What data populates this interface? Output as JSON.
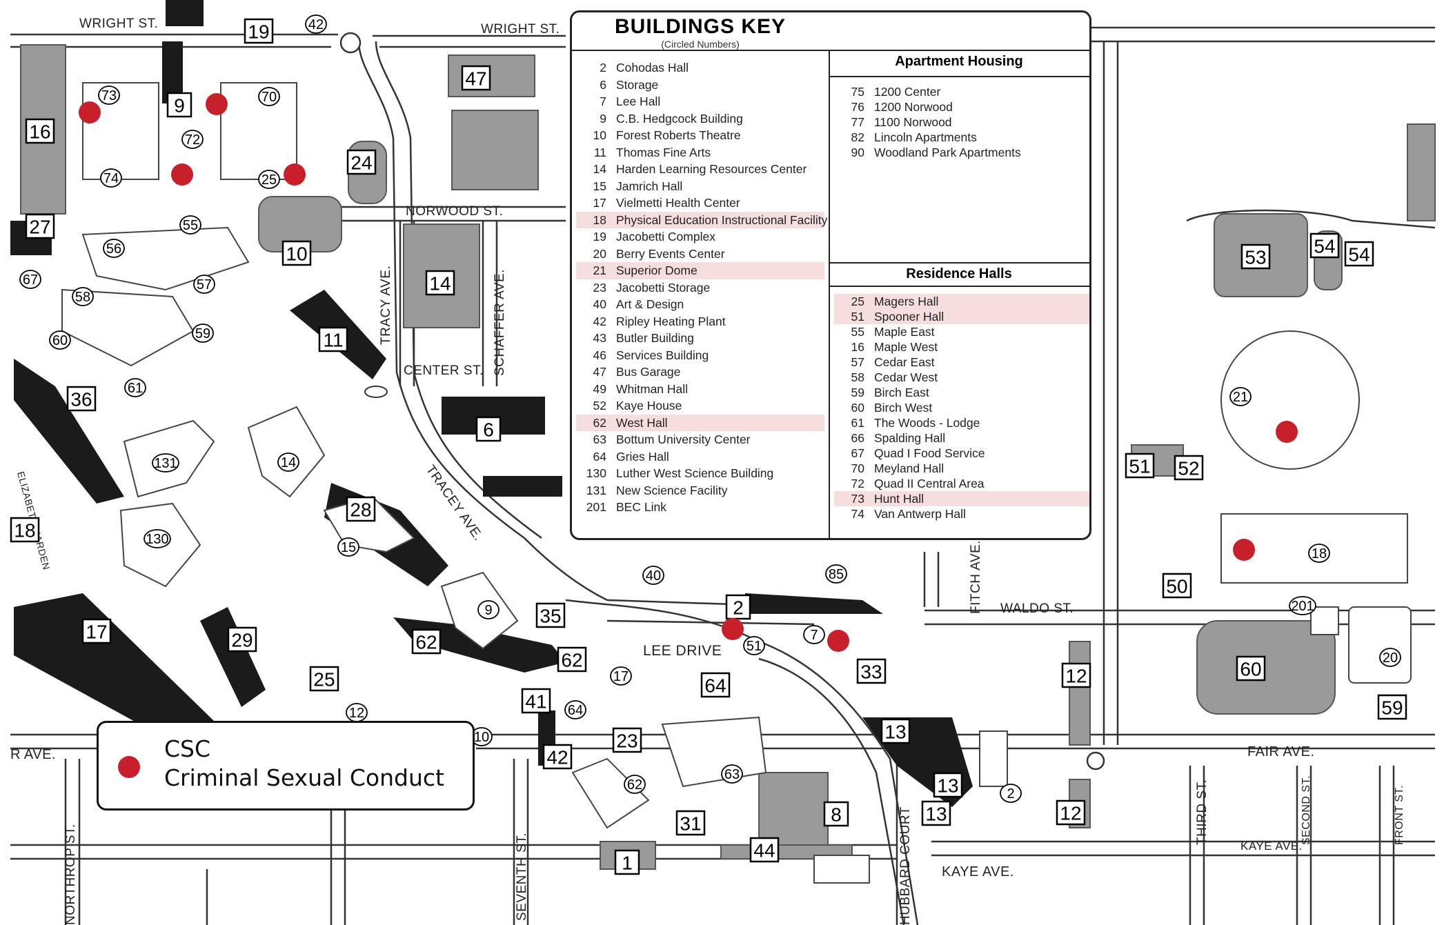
{
  "key": {
    "title": "BUILDINGS KEY",
    "subtitle": "(Circled Numbers)",
    "buildings": [
      {
        "n": "2",
        "name": "Cohodas Hall",
        "hl": false
      },
      {
        "n": "6",
        "name": "Storage",
        "hl": false
      },
      {
        "n": "7",
        "name": "Lee Hall",
        "hl": false
      },
      {
        "n": "9",
        "name": "C.B. Hedgcock Building",
        "hl": false
      },
      {
        "n": "10",
        "name": "Forest Roberts Theatre",
        "hl": false
      },
      {
        "n": "11",
        "name": "Thomas Fine Arts",
        "hl": false
      },
      {
        "n": "14",
        "name": "Harden Learning Resources Center",
        "hl": false
      },
      {
        "n": "15",
        "name": "Jamrich Hall",
        "hl": false
      },
      {
        "n": "17",
        "name": "Vielmetti Health Center",
        "hl": false
      },
      {
        "n": "18",
        "name": "Physical Education Instructional Facility",
        "hl": true
      },
      {
        "n": "19",
        "name": "Jacobetti Complex",
        "hl": false
      },
      {
        "n": "20",
        "name": "Berry Events Center",
        "hl": false
      },
      {
        "n": "21",
        "name": "Superior Dome",
        "hl": true
      },
      {
        "n": "23",
        "name": "Jacobetti Storage",
        "hl": false
      },
      {
        "n": "40",
        "name": "Art & Design",
        "hl": false
      },
      {
        "n": "42",
        "name": "Ripley Heating Plant",
        "hl": false
      },
      {
        "n": "43",
        "name": "Butler Building",
        "hl": false
      },
      {
        "n": "46",
        "name": "Services Building",
        "hl": false
      },
      {
        "n": "47",
        "name": "Bus Garage",
        "hl": false
      },
      {
        "n": "49",
        "name": "Whitman Hall",
        "hl": false
      },
      {
        "n": "52",
        "name": "Kaye House",
        "hl": false
      },
      {
        "n": "62",
        "name": "West Hall",
        "hl": true
      },
      {
        "n": "63",
        "name": "Bottum University Center",
        "hl": false
      },
      {
        "n": "64",
        "name": "Gries Hall",
        "hl": false
      },
      {
        "n": "130",
        "name": "Luther West Science Building",
        "hl": false
      },
      {
        "n": "131",
        "name": "New Science Facility",
        "hl": false
      },
      {
        "n": "201",
        "name": "BEC Link",
        "hl": false
      }
    ],
    "apartment_title": "Apartment Housing",
    "apartments": [
      {
        "n": "75",
        "name": "1200 Center",
        "hl": false
      },
      {
        "n": "76",
        "name": "1200 Norwood",
        "hl": false
      },
      {
        "n": "77",
        "name": "1100 Norwood",
        "hl": false
      },
      {
        "n": "82",
        "name": "Lincoln Apartments",
        "hl": false
      },
      {
        "n": "90",
        "name": "Woodland Park Apartments",
        "hl": false
      }
    ],
    "residence_title": "Residence Halls",
    "residence": [
      {
        "n": "25",
        "name": "Magers Hall",
        "hl": true
      },
      {
        "n": "51",
        "name": "Spooner Hall",
        "hl": true
      },
      {
        "n": "55",
        "name": "Maple East",
        "hl": false
      },
      {
        "n": "16",
        "name": "Maple West",
        "hl": false
      },
      {
        "n": "57",
        "name": "Cedar East",
        "hl": false
      },
      {
        "n": "58",
        "name": "Cedar West",
        "hl": false
      },
      {
        "n": "59",
        "name": "Birch East",
        "hl": false
      },
      {
        "n": "60",
        "name": "Birch West",
        "hl": false
      },
      {
        "n": "61",
        "name": "The Woods - Lodge",
        "hl": false
      },
      {
        "n": "66",
        "name": "Spalding Hall",
        "hl": false
      },
      {
        "n": "67",
        "name": "Quad I Food Service",
        "hl": false
      },
      {
        "n": "70",
        "name": "Meyland Hall",
        "hl": false
      },
      {
        "n": "72",
        "name": "Quad II Central Area",
        "hl": false
      },
      {
        "n": "73",
        "name": "Hunt Hall",
        "hl": true
      },
      {
        "n": "74",
        "name": "Van Antwerp Hall",
        "hl": false
      }
    ]
  },
  "legend": {
    "line1": "CSC",
    "line2": "Criminal Sexual Conduct",
    "dot_color": "#c8202a"
  },
  "streets": {
    "wright1": "WRIGHT ST.",
    "wright2": "WRIGHT ST.",
    "norwood": "NORWOOD ST.",
    "tracy": "TRACY AVE.",
    "center": "CENTER ST.",
    "schaffer": "SCHAFFER AVE.",
    "tracey2": "TRACEY AVE.",
    "elizabeth": "ELIZABETH HARDEN",
    "lee": "LEE DRIVE",
    "waldo": "WALDO ST.",
    "fitch": "FITCH AVE.",
    "fair": "FAIR AVE.",
    "fair_left": "R AVE.",
    "kaye": "KAYE AVE.",
    "kaye2": "KAYE AVE.",
    "third": "THIRD ST.",
    "second": "SECOND ST.",
    "front": "FRONT ST.",
    "seventh": "SEVENTH ST.",
    "northrop": "NORTHROP ST.",
    "hubbard": "HUBBARD COURT"
  },
  "boxed_numbers": [
    "19",
    "16",
    "9",
    "47",
    "24",
    "27",
    "10",
    "14",
    "11",
    "36",
    "6",
    "18",
    "28",
    "17",
    "29",
    "35",
    "62",
    "62",
    "25",
    "41",
    "42",
    "64",
    "2",
    "33",
    "23",
    "31",
    "8",
    "1",
    "44",
    "13",
    "13",
    "13",
    "12",
    "12",
    "53",
    "54",
    "54",
    "51",
    "52",
    "50",
    "60",
    "59"
  ],
  "circled_numbers": [
    "42",
    "73",
    "70",
    "72",
    "74",
    "25",
    "55",
    "56",
    "67",
    "57",
    "58",
    "59",
    "60",
    "61",
    "131",
    "14",
    "130",
    "15",
    "9",
    "12",
    "10",
    "40",
    "85",
    "51",
    "7",
    "17",
    "64",
    "63",
    "62",
    "2",
    "21",
    "18",
    "201",
    "20"
  ]
}
